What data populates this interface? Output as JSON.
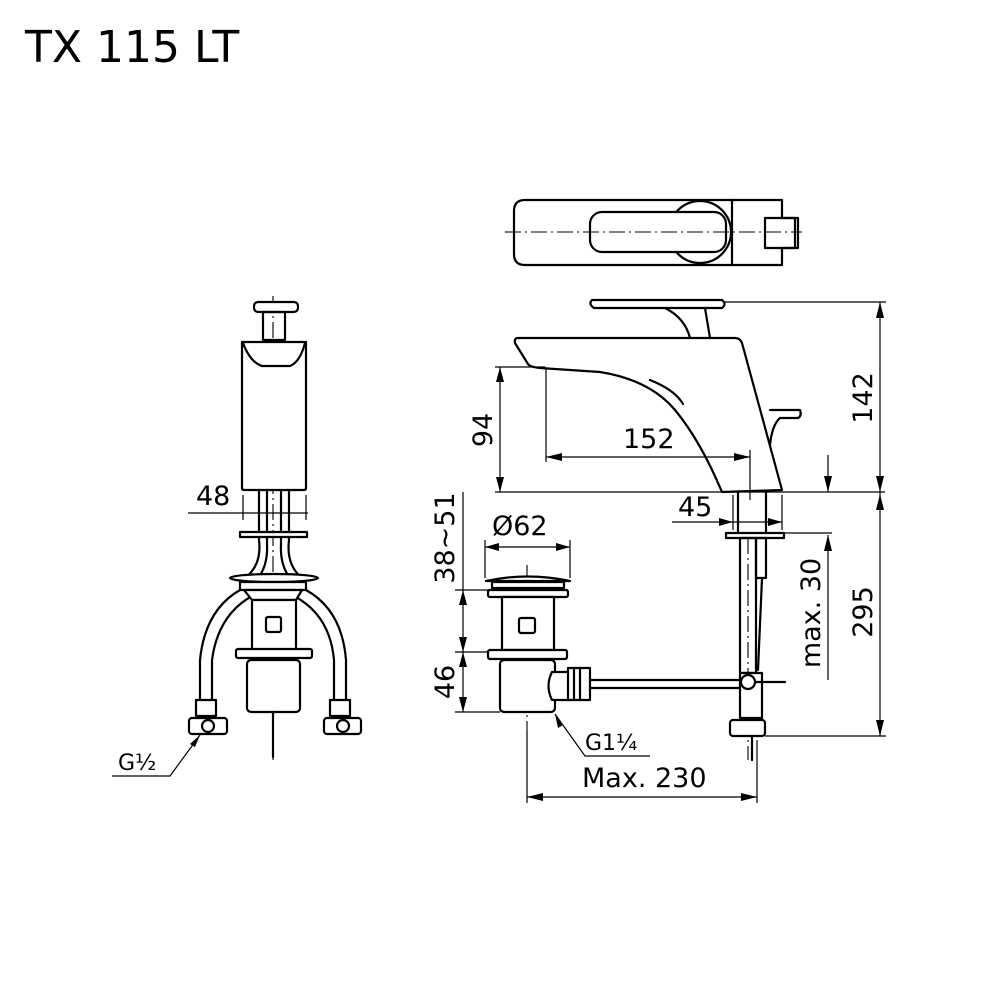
{
  "title": "TX 115 LT",
  "dimensions": {
    "front_width": "48",
    "spout_height": "94",
    "spout_reach": "152",
    "total_height": "142",
    "shank_width": "45",
    "deck_thickness": "max. 30",
    "below_deck_length": "295",
    "waste_diameter": "Ø62",
    "basin_thickness": "38~51",
    "waste_body_height": "46",
    "max_rod_length": "Max. 230"
  },
  "threads": {
    "supply_hose": "G½",
    "waste_outlet": "G1¼"
  }
}
